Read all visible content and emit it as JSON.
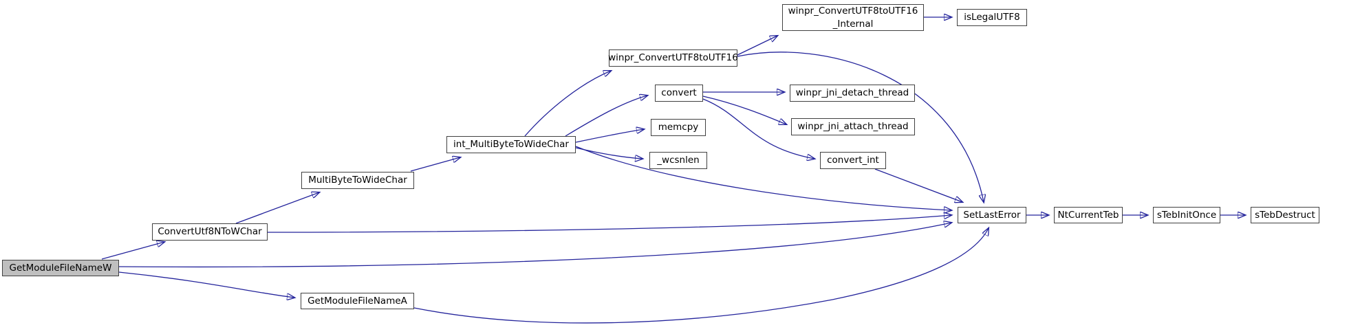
{
  "diagram": {
    "type": "doxygen-call-graph",
    "root_function": "GetModuleFileNameW",
    "colors": {
      "edge": "#23239b",
      "node_border": "#404040",
      "highlight_fill": "#bfbfbf",
      "background": "#ffffff",
      "text": "#000000"
    },
    "nodes": [
      {
        "id": "GetModuleFileNameW",
        "label": "GetModuleFileNameW",
        "highlighted": true
      },
      {
        "id": "ConvertUtf8NToWChar",
        "label": "ConvertUtf8NToWChar"
      },
      {
        "id": "MultiByteToWideChar",
        "label": "MultiByteToWideChar"
      },
      {
        "id": "GetModuleFileNameA",
        "label": "GetModuleFileNameA"
      },
      {
        "id": "int_MultiByteToWideChar",
        "label": "int_MultiByteToWideChar"
      },
      {
        "id": "winpr_ConvertUTF8toUTF16",
        "label": "winpr_ConvertUTF8toUTF16"
      },
      {
        "id": "winpr_ConvertUTF8toUTF16_Internal",
        "label": "winpr_ConvertUTF8toUTF16_Internal",
        "lines": [
          "winpr_ConvertUTF8toUTF16",
          "_Internal"
        ]
      },
      {
        "id": "isLegalUTF8",
        "label": "isLegalUTF8"
      },
      {
        "id": "convert",
        "label": "convert"
      },
      {
        "id": "winpr_jni_detach_thread",
        "label": "winpr_jni_detach_thread"
      },
      {
        "id": "winpr_jni_attach_thread",
        "label": "winpr_jni_attach_thread"
      },
      {
        "id": "memcpy",
        "label": "memcpy"
      },
      {
        "id": "_wcsnlen",
        "label": "_wcsnlen"
      },
      {
        "id": "convert_int",
        "label": "convert_int"
      },
      {
        "id": "SetLastError",
        "label": "SetLastError"
      },
      {
        "id": "NtCurrentTeb",
        "label": "NtCurrentTeb"
      },
      {
        "id": "sTebInitOnce",
        "label": "sTebInitOnce"
      },
      {
        "id": "sTebDestruct",
        "label": "sTebDestruct"
      }
    ],
    "edges": [
      {
        "from": "GetModuleFileNameW",
        "to": "ConvertUtf8NToWChar"
      },
      {
        "from": "GetModuleFileNameW",
        "to": "GetModuleFileNameA"
      },
      {
        "from": "GetModuleFileNameW",
        "to": "SetLastError"
      },
      {
        "from": "ConvertUtf8NToWChar",
        "to": "MultiByteToWideChar"
      },
      {
        "from": "ConvertUtf8NToWChar",
        "to": "SetLastError"
      },
      {
        "from": "MultiByteToWideChar",
        "to": "int_MultiByteToWideChar"
      },
      {
        "from": "int_MultiByteToWideChar",
        "to": "winpr_ConvertUTF8toUTF16"
      },
      {
        "from": "int_MultiByteToWideChar",
        "to": "convert"
      },
      {
        "from": "int_MultiByteToWideChar",
        "to": "memcpy"
      },
      {
        "from": "int_MultiByteToWideChar",
        "to": "_wcsnlen"
      },
      {
        "from": "int_MultiByteToWideChar",
        "to": "SetLastError"
      },
      {
        "from": "winpr_ConvertUTF8toUTF16",
        "to": "winpr_ConvertUTF8toUTF16_Internal"
      },
      {
        "from": "winpr_ConvertUTF8toUTF16",
        "to": "SetLastError"
      },
      {
        "from": "winpr_ConvertUTF8toUTF16_Internal",
        "to": "isLegalUTF8"
      },
      {
        "from": "convert",
        "to": "winpr_jni_detach_thread"
      },
      {
        "from": "convert",
        "to": "winpr_jni_attach_thread"
      },
      {
        "from": "convert",
        "to": "convert_int"
      },
      {
        "from": "convert_int",
        "to": "SetLastError"
      },
      {
        "from": "GetModuleFileNameA",
        "to": "SetLastError"
      },
      {
        "from": "SetLastError",
        "to": "NtCurrentTeb"
      },
      {
        "from": "NtCurrentTeb",
        "to": "sTebInitOnce"
      },
      {
        "from": "sTebInitOnce",
        "to": "sTebDestruct"
      }
    ]
  }
}
